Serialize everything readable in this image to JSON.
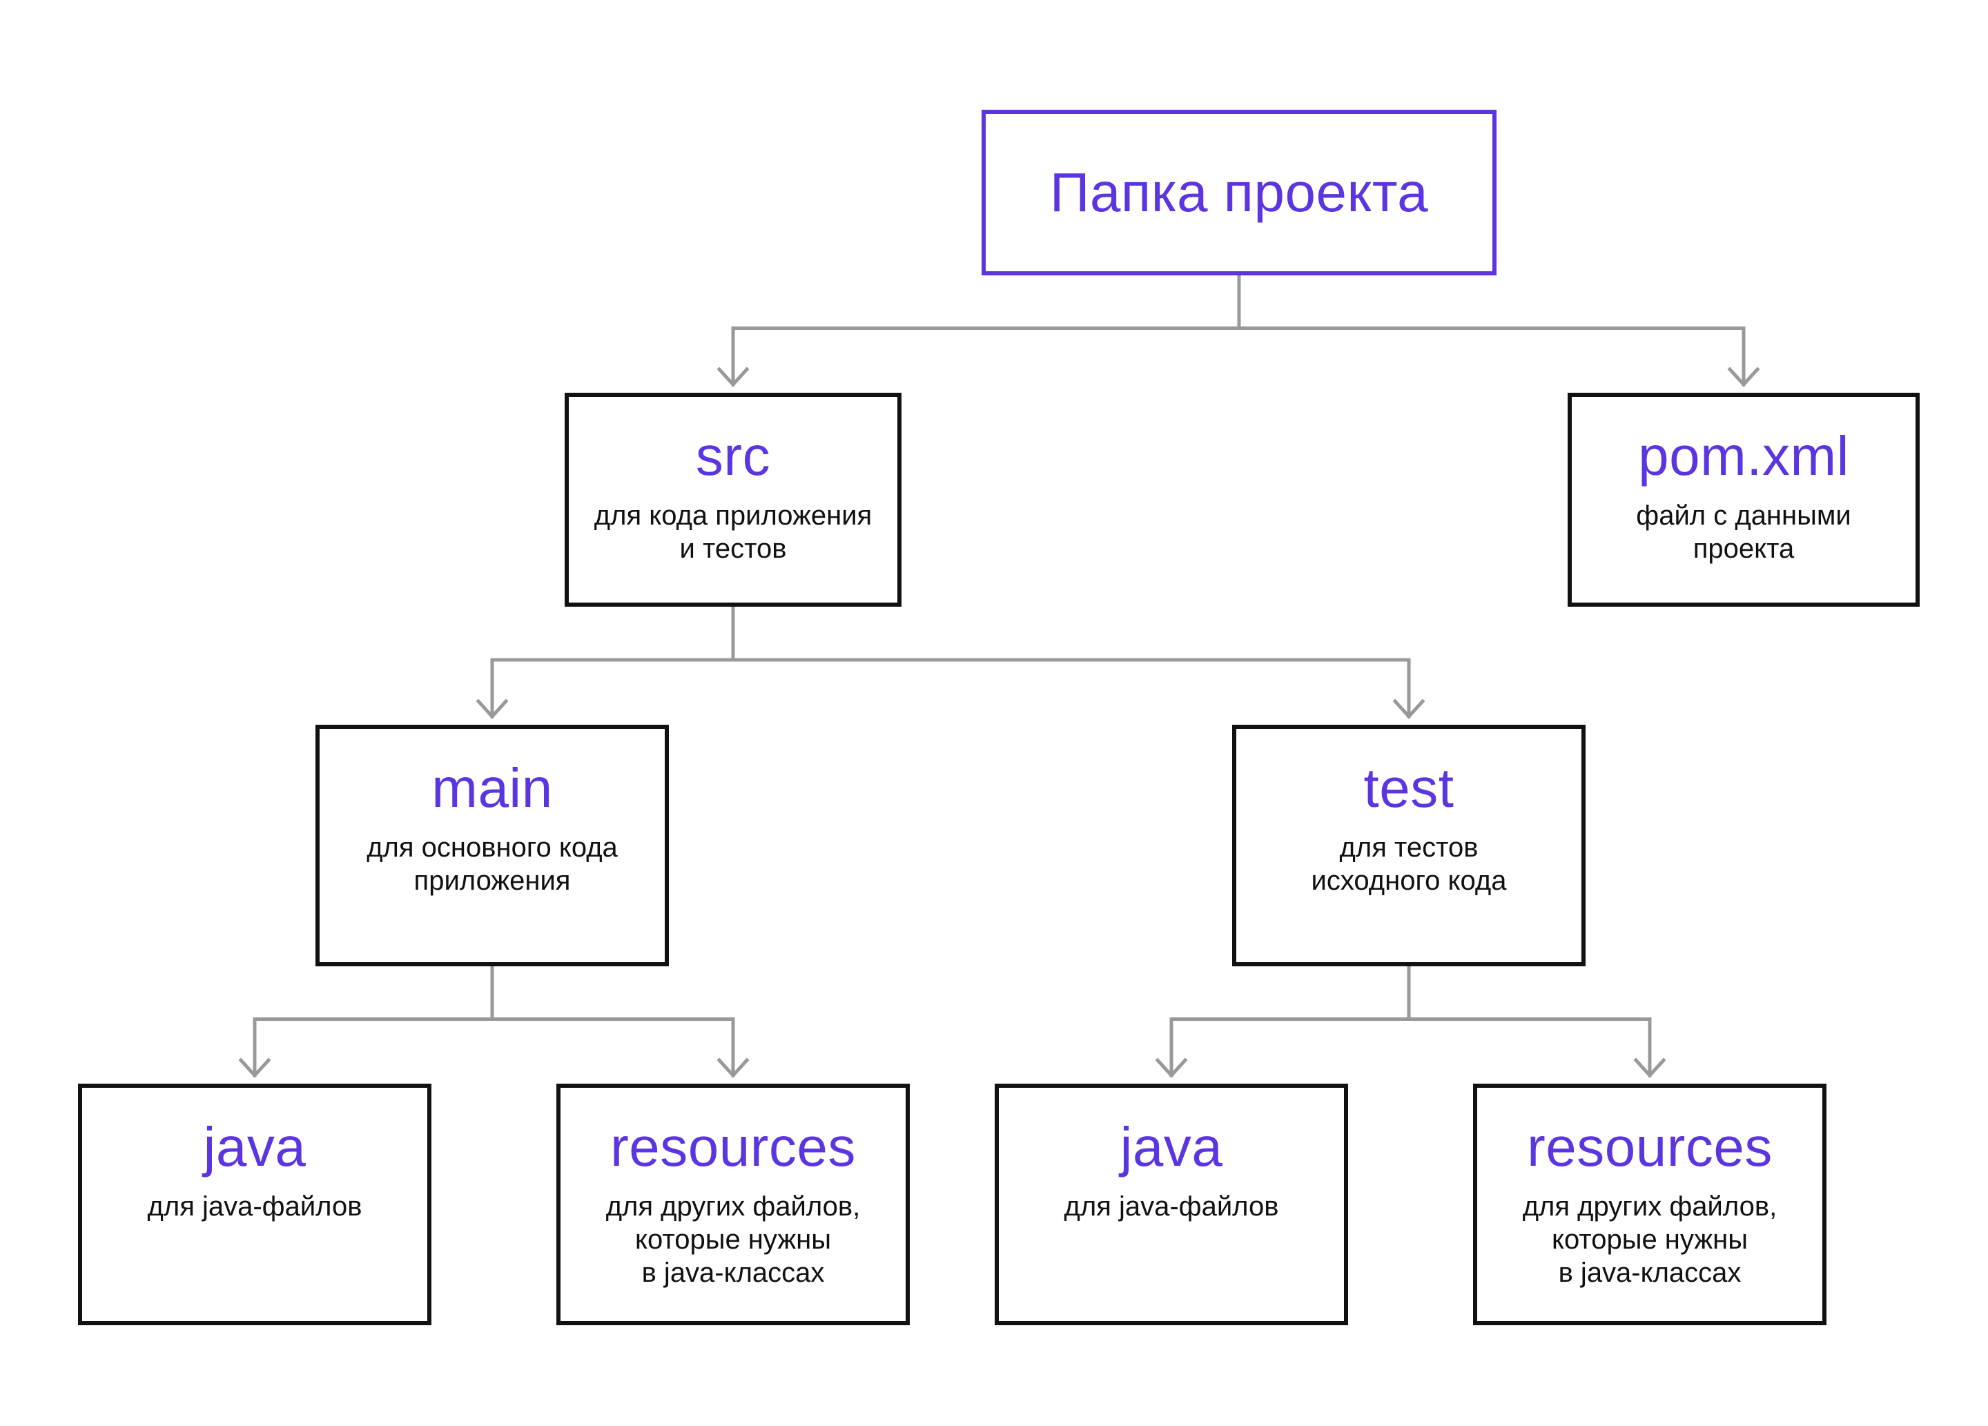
{
  "colors": {
    "accent": "#5b35e0",
    "text": "#111111",
    "connector": "#999999",
    "border": "#111111"
  },
  "nodes": {
    "root": {
      "title": "Папка проекта"
    },
    "src": {
      "title": "src",
      "desc": "для кода приложения\nи тестов"
    },
    "pom": {
      "title": "pom.xml",
      "desc": "файл с данными\nпроекта"
    },
    "main": {
      "title": "main",
      "desc": "для основного кода\nприложения"
    },
    "test": {
      "title": "test",
      "desc": "для тестов\nисходного кода"
    },
    "main_java": {
      "title": "java",
      "desc": "для java-файлов"
    },
    "main_resources": {
      "title": "resources",
      "desc": "для других файлов,\nкоторые нужны\nв java-классах"
    },
    "test_java": {
      "title": "java",
      "desc": "для java-файлов"
    },
    "test_resources": {
      "title": "resources",
      "desc": "для других файлов,\nкоторые нужны\nв java-классах"
    }
  },
  "edges": [
    [
      "root",
      "src"
    ],
    [
      "root",
      "pom"
    ],
    [
      "src",
      "main"
    ],
    [
      "src",
      "test"
    ],
    [
      "main",
      "main_java"
    ],
    [
      "main",
      "main_resources"
    ],
    [
      "test",
      "test_java"
    ],
    [
      "test",
      "test_resources"
    ]
  ]
}
